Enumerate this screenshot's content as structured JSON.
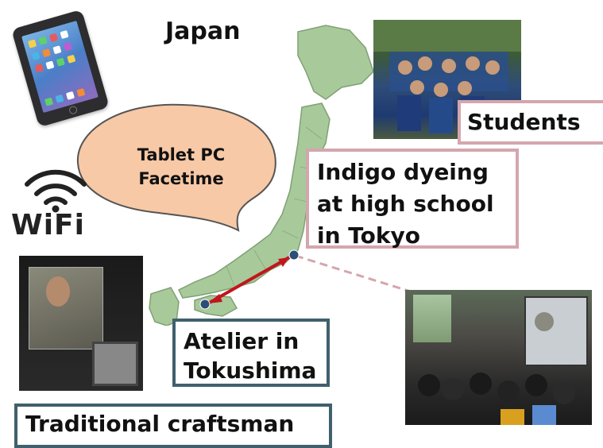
{
  "title": "Japan",
  "bubble": {
    "line1": "Tablet PC",
    "line2": "Facetime"
  },
  "wifi_label": "WiFi",
  "labels": {
    "students": "Students",
    "indigo": "Indigo dyeing at high school in Tokyo",
    "atelier": "Atelier in Tokushima",
    "craftsman": "Traditional craftsman"
  },
  "colors": {
    "map_fill": "#a8c99a",
    "bubble_fill": "#f8c9a6",
    "pink_border": "#d4a6ad",
    "teal_border": "#40606d",
    "arrow": "#c0161c"
  },
  "icons": [
    "tablet-icon",
    "wifi-icon"
  ]
}
